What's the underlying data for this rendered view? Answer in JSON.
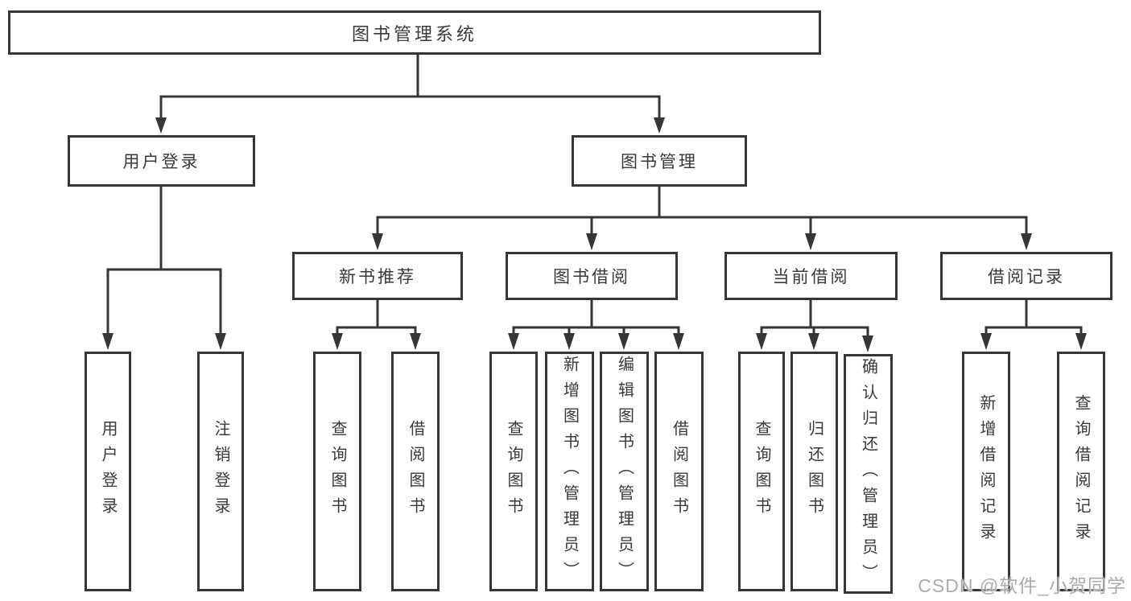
{
  "tree": {
    "label": "图书管理系统",
    "children": [
      {
        "label": "用户登录",
        "children": [
          {
            "label": "用户登录"
          },
          {
            "label": "注销登录"
          }
        ]
      },
      {
        "label": "图书管理",
        "children": [
          {
            "label": "新书推荐",
            "children": [
              {
                "label": "查询图书"
              },
              {
                "label": "借阅图书"
              }
            ]
          },
          {
            "label": "图书借阅",
            "children": [
              {
                "label": "查询图书"
              },
              {
                "label": "新增图书（管理员）"
              },
              {
                "label": "编辑图书（管理员）"
              },
              {
                "label": "借阅图书"
              }
            ]
          },
          {
            "label": "当前借阅",
            "children": [
              {
                "label": "查询图书"
              },
              {
                "label": "归还图书"
              },
              {
                "label": "确认归还（管理员）"
              }
            ]
          },
          {
            "label": "借阅记录",
            "children": [
              {
                "label": "新增借阅记录"
              },
              {
                "label": "查询借阅记录"
              }
            ]
          }
        ]
      }
    ]
  },
  "watermark": {
    "text": "CSDN @软件_小贺同学"
  },
  "colors": {
    "line": "#363636",
    "text": "#3a3a3a",
    "watermark": "#ababab",
    "background": "#ffffff"
  }
}
